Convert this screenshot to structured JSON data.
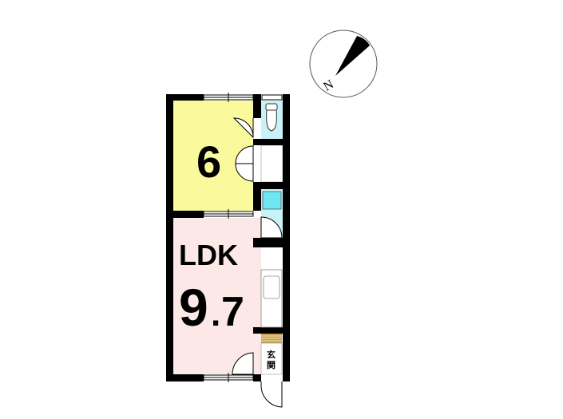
{
  "compass": {
    "label": "N"
  },
  "rooms": {
    "bedroom": {
      "size": "6",
      "color": "#fafa9c"
    },
    "ldk": {
      "name": "LDK",
      "size_int": "9",
      "size_dot": ".",
      "size_dec": "7",
      "color": "#fde8e8"
    },
    "entrance": {
      "label_1": "玄",
      "label_2": "関"
    }
  },
  "colors": {
    "wall": "#000000",
    "wet": "#c8f2f8",
    "fixture": "#6ee6f2",
    "shoebox": "#c8a050"
  }
}
